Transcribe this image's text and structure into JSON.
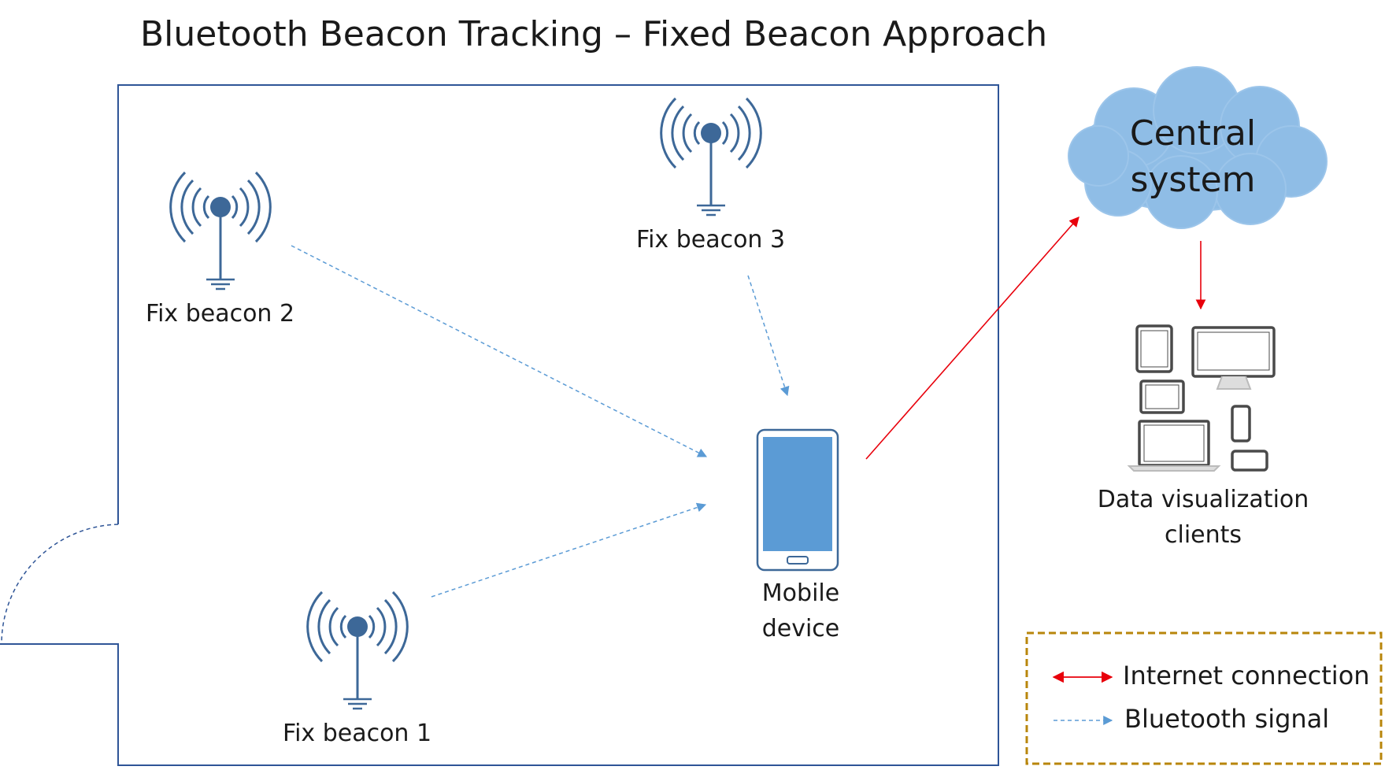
{
  "title": "Bluetooth Beacon Tracking – Fixed Beacon Approach",
  "beacons": [
    {
      "label": "Fix beacon 2"
    },
    {
      "label": "Fix beacon 3"
    },
    {
      "label": "Fix beacon 1"
    }
  ],
  "mobile": {
    "line1": "Mobile",
    "line2": "device"
  },
  "central": {
    "line1": "Central",
    "line2": "system"
  },
  "clients": {
    "line1": "Data visualization",
    "line2": "clients"
  },
  "legend": {
    "internet": "Internet connection",
    "bluetooth": "Bluetooth signal"
  },
  "colors": {
    "beacon": "#3d6898",
    "bluetooth": "#5b9bd5",
    "internet": "#e8000b",
    "room": "#2f5597",
    "cloud": "#8fbde6",
    "phone_screen": "#5b9bd5",
    "legend_border": "#b8860b"
  }
}
